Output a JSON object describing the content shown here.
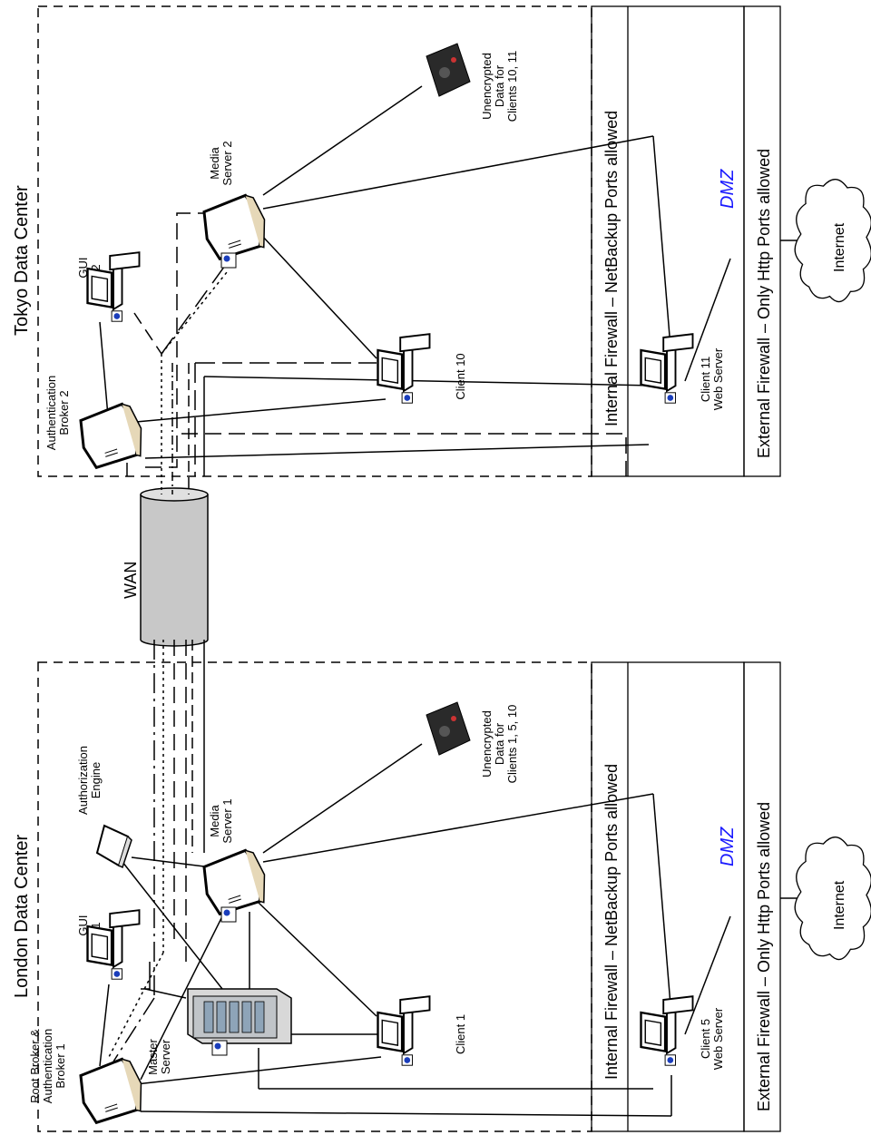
{
  "regions": {
    "tokyo_title": "Tokyo Data Center",
    "london_title": "London Data Center",
    "wan": "WAN",
    "tokyo_internal_firewall": "Internal Firewall – NetBackup Ports allowed",
    "tokyo_external_firewall": "External Firewall – Only Http Ports allowed",
    "tokyo_dmz": "DMZ",
    "tokyo_internet": "Internet",
    "london_internal_firewall": "Internal Firewall – NetBackup Ports allowed",
    "london_external_firewall": "External Firewall – Only Http Ports allowed",
    "london_dmz": "DMZ",
    "london_internet": "Internet"
  },
  "nodes": {
    "auth_broker_2": [
      "Authentication",
      "Broker 2"
    ],
    "gui_2": [
      "GUI",
      "2"
    ],
    "media_server_2": [
      "Media",
      "Server 2"
    ],
    "tape_tokyo": [
      "Unencrypted",
      "Data for",
      "Clients 10, 11"
    ],
    "client_10": [
      "Client 10"
    ],
    "client_11": [
      "Client 11",
      "Web Server"
    ],
    "root_broker": [
      "Root Broker &",
      "Authentication",
      "Broker 1"
    ],
    "gui_1": [
      "GUI",
      "1"
    ],
    "authorization_engine": [
      "Authorization",
      "Engine"
    ],
    "media_server_1": [
      "Media",
      "Server 1"
    ],
    "tape_london": [
      "Unencrypted",
      "Data for",
      "Clients 1, 5, 10"
    ],
    "master_server": [
      "Master",
      "Server"
    ],
    "client_1": [
      "Client 1"
    ],
    "client_5": [
      "Client 5",
      "Web Server"
    ]
  }
}
